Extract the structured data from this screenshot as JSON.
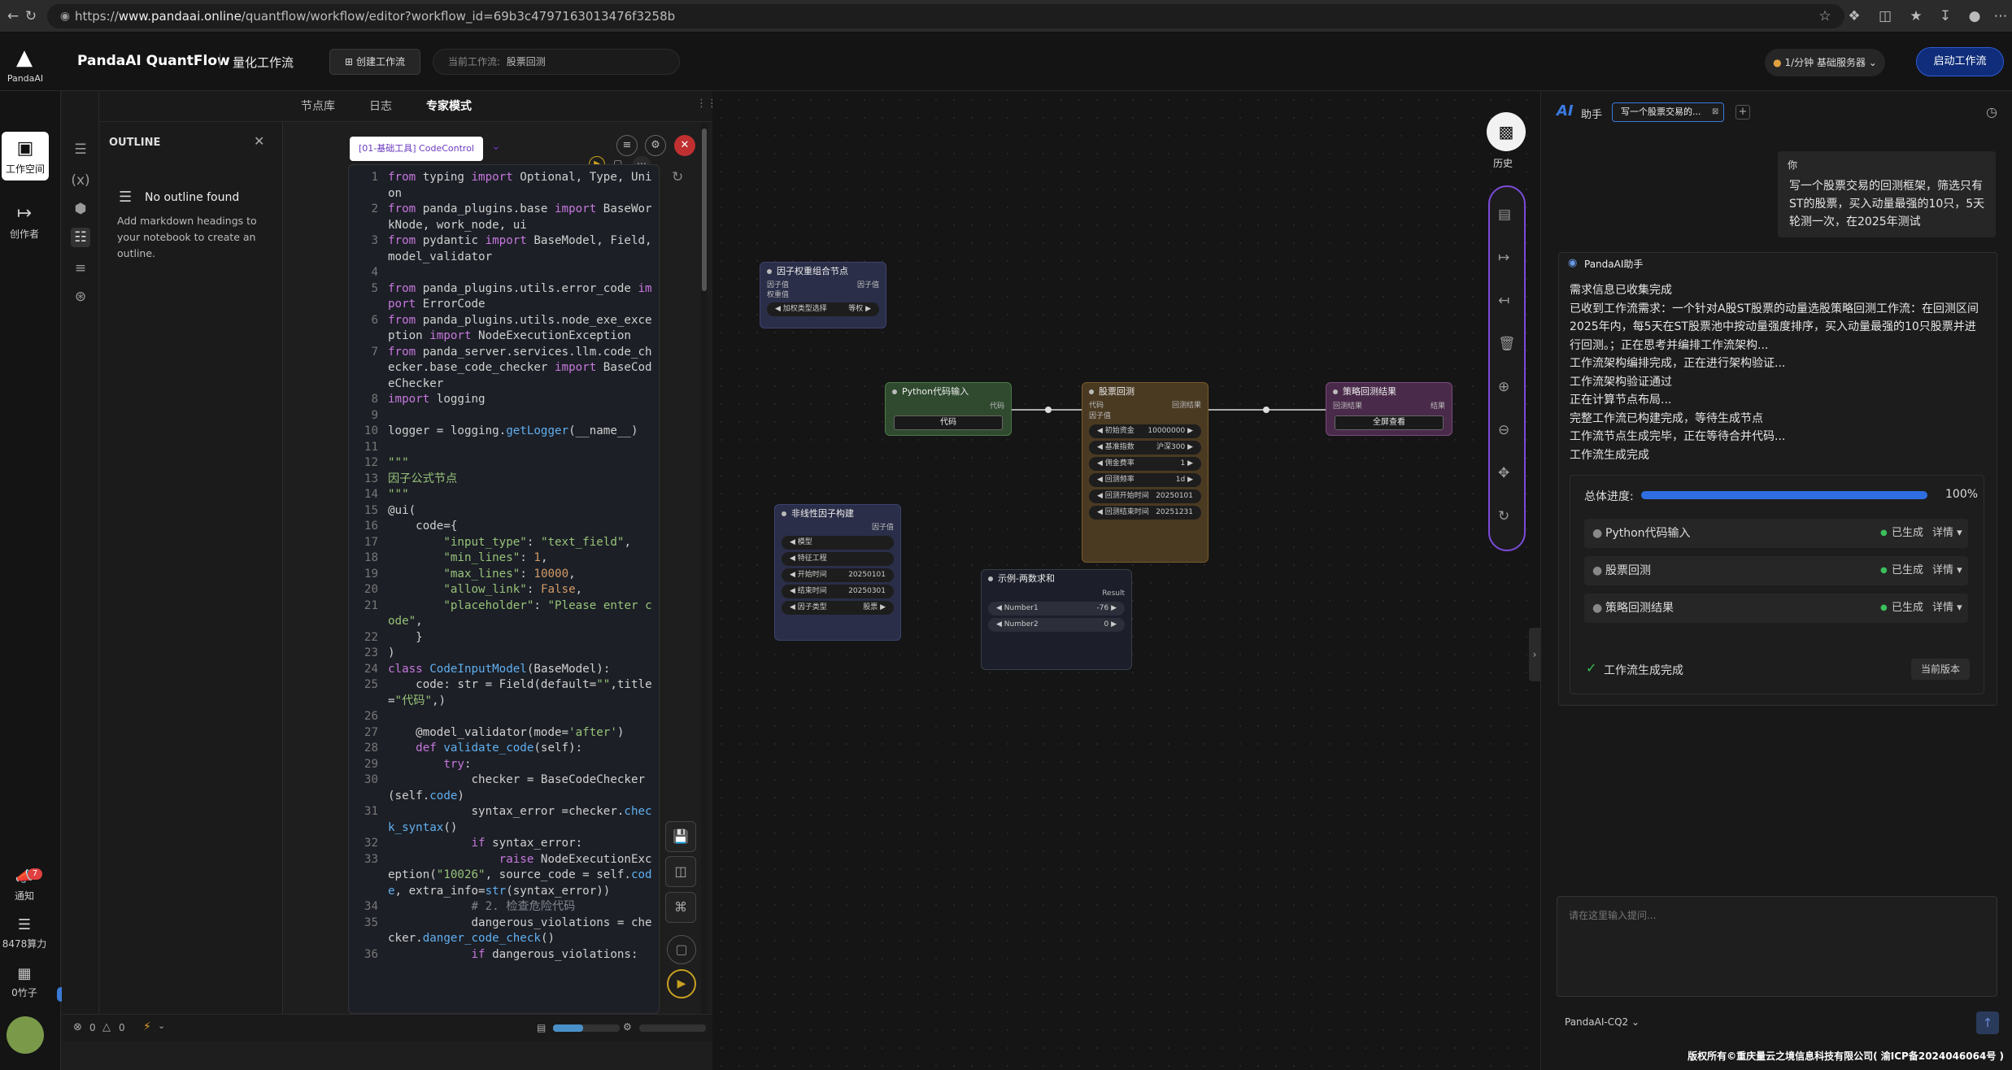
{
  "browser": {
    "url_scheme": "https://",
    "url_host": "www.pandaai.online",
    "url_path": "/quantflow/workflow/editor?workflow_id=69b3c4797163013476f3258b"
  },
  "header": {
    "logo_text": "PandaAI",
    "app_title": "PandaAI QuantFlow",
    "subtitle": "量化工作流",
    "create_button": "创建工作流",
    "current_label": "当前工作流:",
    "current_value": "股票回测",
    "server_select": "1/分钟  基础服务器",
    "start_button": "启动工作流"
  },
  "leftnav": {
    "workspace": "工作空间",
    "creator": "创作者",
    "notify": "通知",
    "notify_badge": "7",
    "compute": "8478算力",
    "bamboo": "0竹子"
  },
  "tabs": {
    "library": "节点库",
    "logs": "日志",
    "expert": "专家模式"
  },
  "outline": {
    "title": "OUTLINE",
    "empty_title": "No outline found",
    "empty_desc": "Add markdown headings to your notebook to create an outline."
  },
  "editor": {
    "node_tag": "[01-基础工具] CodeControl",
    "status_errors": "0",
    "status_warnings": "0"
  },
  "nodes": {
    "n1": {
      "title": "因子权重组合节点",
      "in1": "因子值",
      "out1": "因子值",
      "in2": "权重值",
      "field_label": "加权类型选择",
      "field_value": "等权"
    },
    "n2": {
      "title": "Python代码输入",
      "out1": "代码",
      "button": "代码"
    },
    "n3": {
      "title": "股票回测",
      "in1": "代码",
      "out1": "回测结果",
      "in2": "因子值",
      "fields": [
        [
          "初始资金",
          "10000000"
        ],
        [
          "基准指数",
          "沪深300"
        ],
        [
          "佣金费率",
          "1"
        ],
        [
          "回测频率",
          "1d"
        ],
        [
          "回测开始时间",
          "20250101"
        ],
        [
          "回测结束时间",
          "20251231"
        ]
      ]
    },
    "n4": {
      "title": "策略回测结果",
      "in1": "回测结果",
      "out1": "结果",
      "button": "全屏查看"
    },
    "n5": {
      "title": "非线性因子构建",
      "out1": "因子值",
      "fields": [
        [
          "模型",
          ""
        ],
        [
          "特征工程",
          ""
        ],
        [
          "开始时间",
          "20250101"
        ],
        [
          "结束时间",
          "20250301"
        ],
        [
          "因子类型",
          "股票"
        ]
      ]
    },
    "n6": {
      "title": "示例-两数求和",
      "out1": "Result",
      "f1_label": "Number1",
      "f1_value": "-76",
      "f2_label": "Number2",
      "f2_value": "0"
    }
  },
  "toolbar": {
    "history": "历史"
  },
  "assistant": {
    "ai": "AI",
    "title": "助手",
    "session_tab": "写一个股票交易的...",
    "user_label": "你",
    "user_message": "写一个股票交易的回测框架，筛选只有ST的股票，买入动量最强的10只，5天轮测一次，在2025年测试",
    "bot_name": "PandaAI助手",
    "bot_lines": [
      "需求信息已收集完成",
      "已收到工作流需求：一个针对A股ST股票的动量选股策略回测工作流：在回测区间2025年内，每5天在ST股票池中按动量强度排序，买入动量最强的10只股票并进行回测。；正在思考并编排工作流架构...",
      "工作流架构编排完成，正在进行架构验证...",
      "工作流架构验证通过",
      "正在计算节点布局...",
      "完整工作流已构建完成，等待生成节点",
      "工作流节点生成完毕，正在等待合并代码...",
      "工作流生成完成"
    ],
    "progress_label": "总体进度:",
    "progress_value": 1.0,
    "progress_text": "100%",
    "steps": [
      {
        "name": "Python代码输入",
        "status": "已生成",
        "detail": "详情"
      },
      {
        "name": "股票回测",
        "status": "已生成",
        "detail": "详情"
      },
      {
        "name": "策略回测结果",
        "status": "已生成",
        "detail": "详情"
      }
    ],
    "done_text": "工作流生成完成",
    "version_button": "当前版本",
    "input_placeholder": "请在这里输入提问...",
    "model": "PandaAI-CQ2",
    "footer": "版权所有©重庆量云之境信息科技有限公司( 渝ICP备2024046064号 )"
  },
  "colors": {
    "accent": "#1e5bd6",
    "python_node": "#2f4a2e",
    "backtest_node": "#4a3a22",
    "result_node": "#4a2a4a",
    "factor_node": "#2a2e4a",
    "success": "#3bbf5a"
  }
}
